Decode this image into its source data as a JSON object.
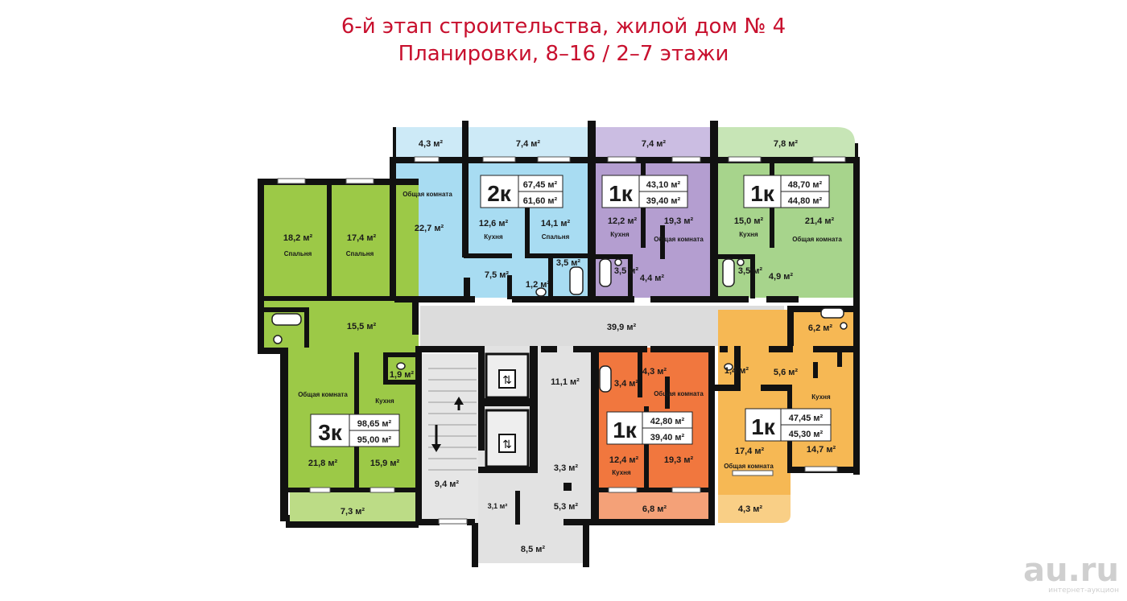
{
  "title": {
    "line1": "6-й этап строительства, жилой дом № 4",
    "line2": "Планировки, 8–16 / 2–7 этажи"
  },
  "colors": {
    "title": "#c8102e",
    "blue": "#a8dcf2",
    "purple": "#b49ed0",
    "green_light": "#a7d48c",
    "green_3k": "#9cc947",
    "orange_light": "#f6b854",
    "orange_dark": "#f1773e",
    "common": "#dcdcdc",
    "walls": "#111111"
  },
  "apartments": [
    {
      "type": "2к",
      "total": "67,45 м²",
      "living": "61,60 м²"
    },
    {
      "type": "1к",
      "total": "43,10 м²",
      "living": "39,40 м²"
    },
    {
      "type": "1к",
      "total": "48,70 м²",
      "living": "44,80 м²"
    },
    {
      "type": "3к",
      "total": "98,65 м²",
      "living": "95,00 м²"
    },
    {
      "type": "1к",
      "total": "42,80 м²",
      "living": "39,40 м²"
    },
    {
      "type": "1к",
      "total": "47,45 м²",
      "living": "45,30 м²"
    }
  ],
  "rooms": {
    "b_balcony_a": "4,3 м²",
    "b_balcony_b": "7,4 м²",
    "b_common_name": "Общая комната",
    "b_common_area": "22,7 м²",
    "b_kitchen_area": "12,6 м²",
    "b_kitchen_name": "Кухня",
    "b_bedroom_area": "14,1 м²",
    "b_bedroom_name": "Спальня",
    "b_bath": "3,5 м²",
    "b_hall": "7,5 м²",
    "b_wc": "1,2 м²",
    "p_balcony": "7,4 м²",
    "p_kitchen_area": "12,2 м²",
    "p_kitchen_name": "Кухня",
    "p_common_area": "19,3 м²",
    "p_common_name": "Общая комната",
    "p_bath": "3,5 м²",
    "p_hall": "4,4 м²",
    "g_balcony": "7,8 м²",
    "g_kitchen_area": "15,0 м²",
    "g_kitchen_name": "Кухня",
    "g_common_area": "21,4 м²",
    "g_common_name": "Общая комната",
    "g_bath": "3,5 м²",
    "g_hall": "4,9 м²",
    "k3_bed1_area": "18,2 м²",
    "k3_bed1_name": "Спальня",
    "k3_bed2_area": "17,4 м²",
    "k3_bed2_name": "Спальня",
    "k3_hall": "15,5 м²",
    "k3_wc": "1,9 м²",
    "k3_common_name": "Общая комната",
    "k3_common_area": "21,8 м²",
    "k3_kitchen_name": "Кухня",
    "k3_kitchen_area": "15,9 м²",
    "k3_balcony": "7,3 м²",
    "corridor": "39,9 м²",
    "lift_hall": "11,1 м²",
    "stair": "9,4 м²",
    "vest_a": "3,3 м²",
    "vest_b": "3,1 м²",
    "vest_c": "5,3 м²",
    "entry": "8,5 м²",
    "o_bath": "3,4 м²",
    "o_hall": "4,3 м²",
    "o_common_name": "Общая комната",
    "o_kitchen_area": "12,4 м²",
    "o_kitchen_name": "Кухня",
    "o_common_area": "19,3 м²",
    "o_balcony": "6,8 м²",
    "y_bath": "6,2 м²",
    "y_wc": "1,4 м²",
    "y_hall": "5,6 м²",
    "y_kitchen_name": "Кухня",
    "y_kitchen_area": "14,7 м²",
    "y_common_area": "17,4 м²",
    "y_common_name": "Общая комната",
    "y_balcony": "4,3 м²"
  },
  "watermark": {
    "brand": "au.ru",
    "sub": "интернет-аукцион"
  }
}
